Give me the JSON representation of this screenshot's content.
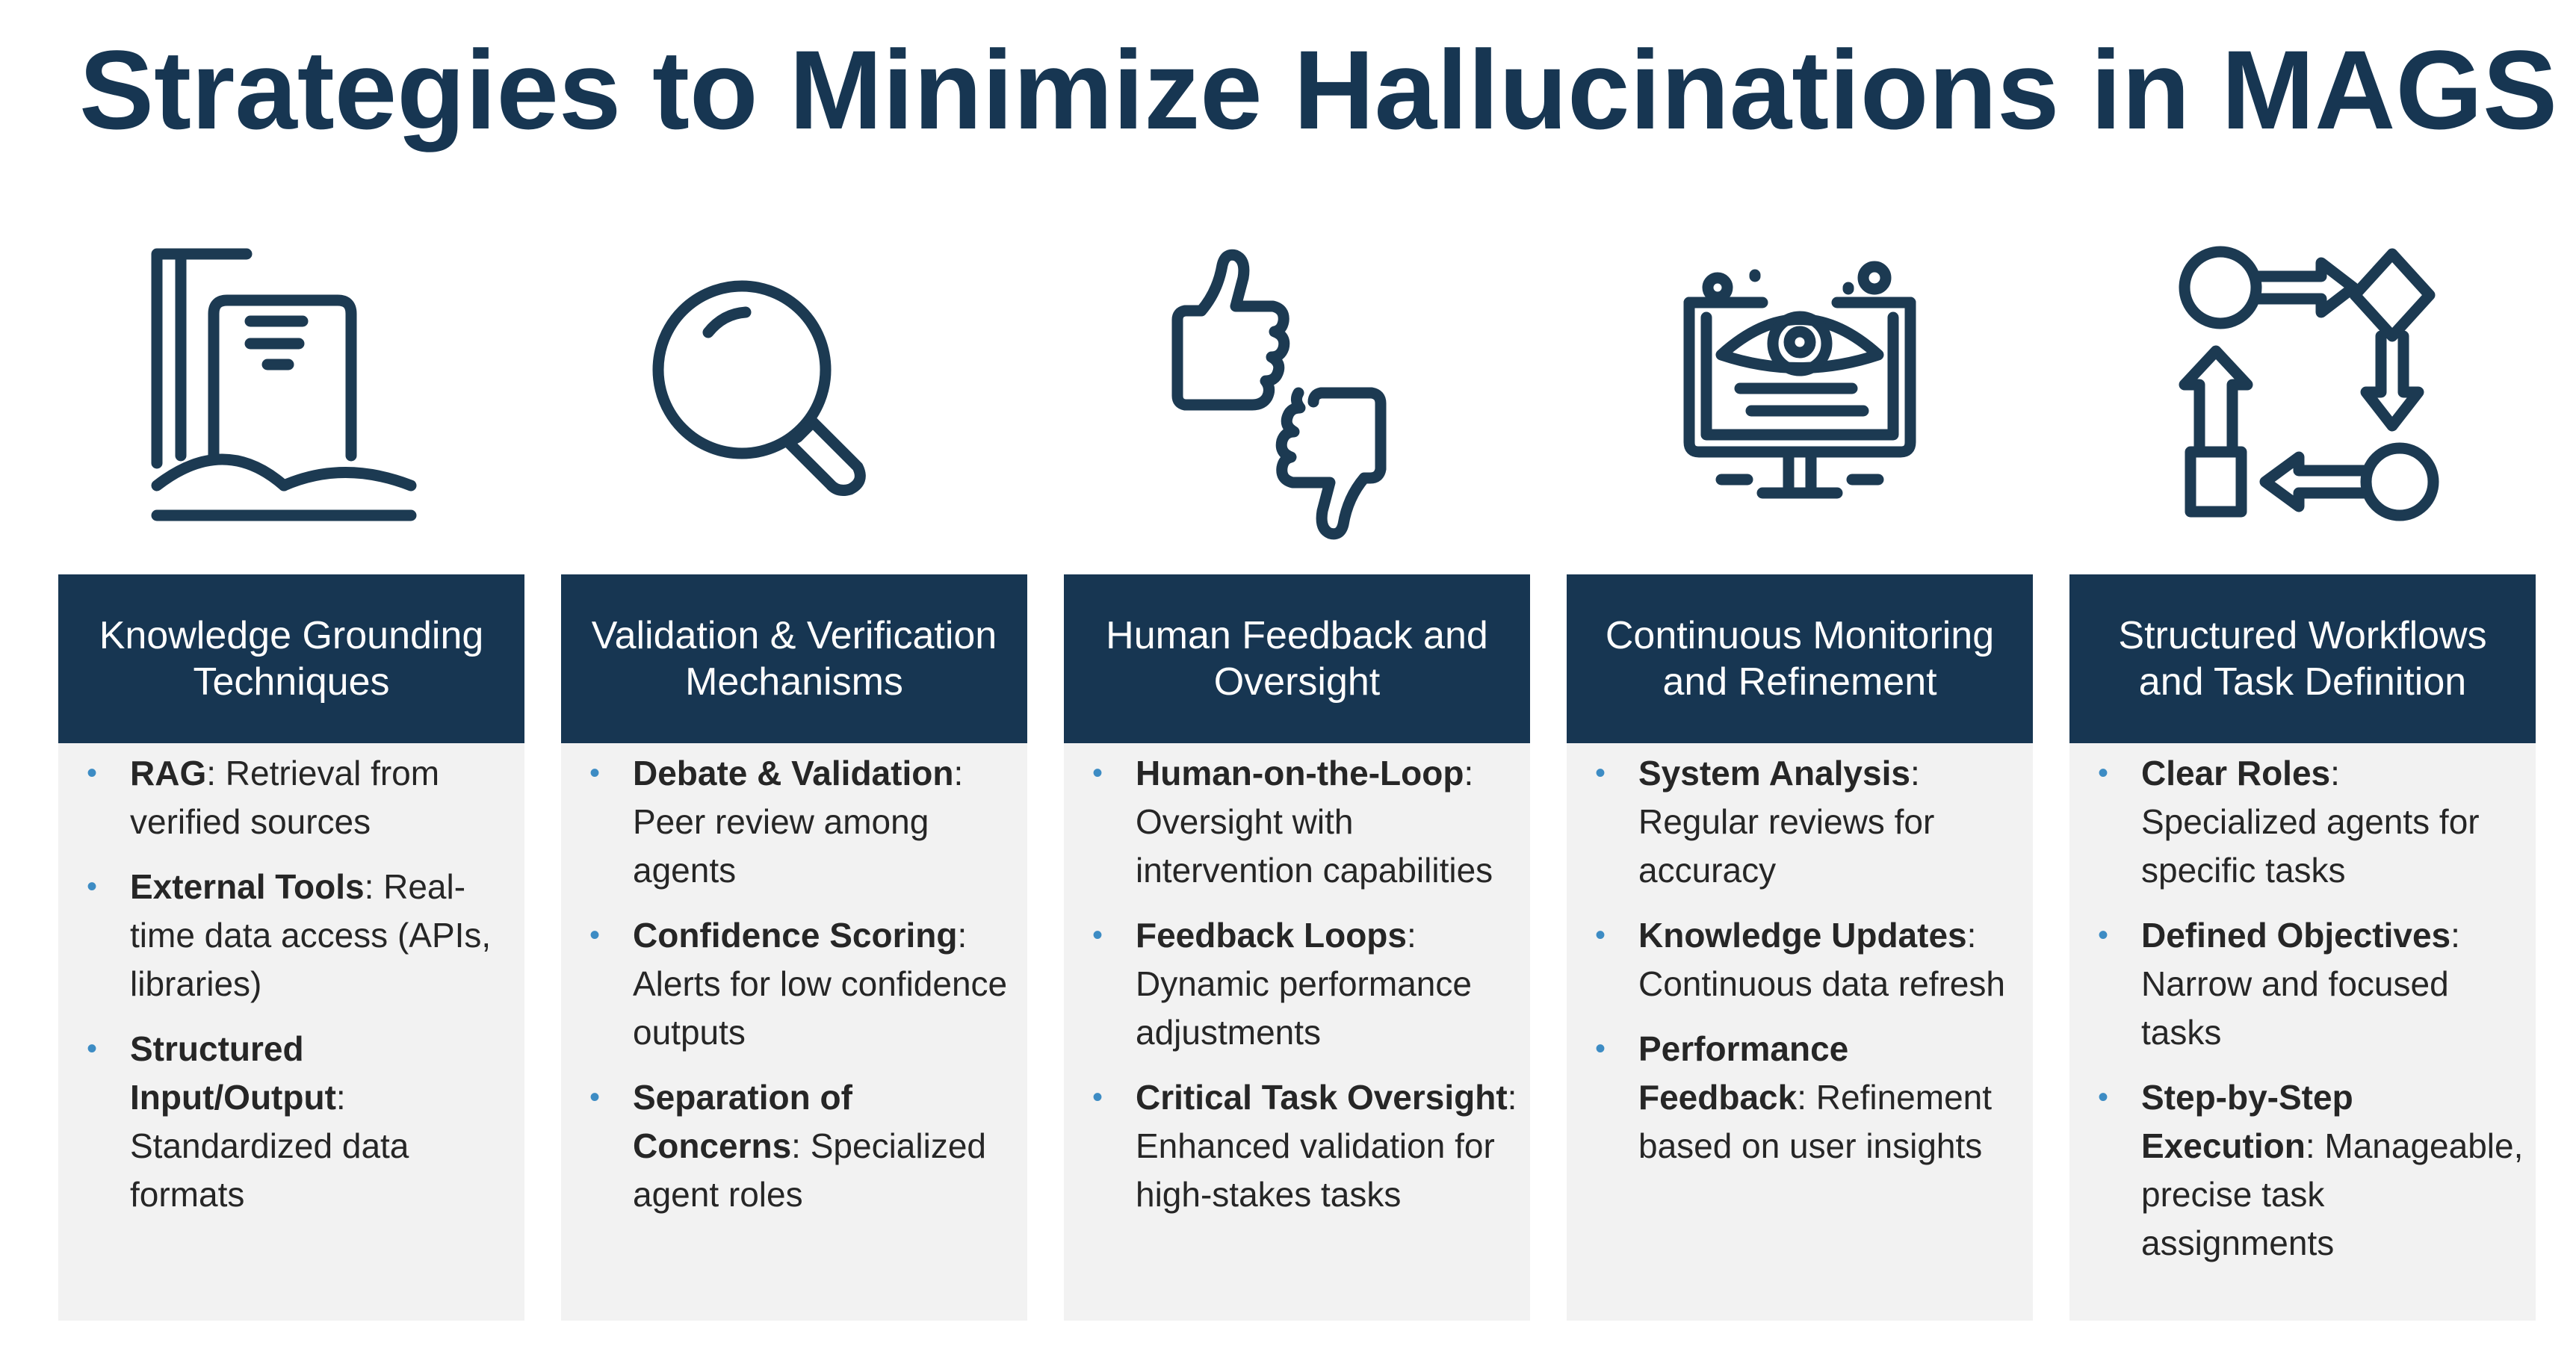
{
  "title": "Strategies to Minimize Hallucinations in MAGS",
  "colors": {
    "header_bg": "#173652",
    "title": "#173652",
    "body_bg": "#f2f2f2",
    "bullet": "#3d8cc4",
    "icon": "#1c3a52"
  },
  "columns": [
    {
      "icon": "book-document-icon",
      "header": "Knowledge Grounding Techniques",
      "items": [
        {
          "term": "RAG",
          "sep": ": ",
          "desc": "Retrieval from verified sources"
        },
        {
          "term": "External Tools",
          "sep": ": ",
          "desc": "Real-time data access (APIs, libraries)"
        },
        {
          "term": "Structured Input/Output",
          "sep": ": ",
          "desc": "Standardized data formats"
        }
      ]
    },
    {
      "icon": "magnifying-glass-icon",
      "header": "Validation & Verification Mechanisms",
      "items": [
        {
          "term": "Debate & Validation",
          "sep": ": ",
          "desc": "Peer review among agents"
        },
        {
          "term": "Confidence Scoring",
          "sep": ": ",
          "desc": "Alerts for low confidence outputs"
        },
        {
          "term": "Separation of Concerns",
          "sep": ": ",
          "desc": "Specialized agent roles"
        }
      ]
    },
    {
      "icon": "thumbs-up-down-icon",
      "header": "Human Feedback and Oversight",
      "items": [
        {
          "term": "Human-on-the-Loop",
          "sep": ": ",
          "desc": "Oversight with intervention capabilities"
        },
        {
          "term": "Feedback Loops",
          "sep": ": ",
          "desc": "Dynamic performance adjustments"
        },
        {
          "term": "Critical Task Oversight",
          "sep": ": ",
          "desc": "Enhanced validation for high-stakes tasks"
        }
      ]
    },
    {
      "icon": "monitor-eye-icon",
      "header": "Continuous Monitoring and Refinement",
      "items": [
        {
          "term": "System Analysis",
          "sep": ": ",
          "desc": "Regular reviews for accuracy"
        },
        {
          "term": "Knowledge Updates",
          "sep": ": ",
          "desc": "Continuous data refresh"
        },
        {
          "term": "Performance Feedback",
          "sep": ": ",
          "desc": "Refinement based on user insights"
        }
      ]
    },
    {
      "icon": "workflow-arrows-icon",
      "header": "Structured Workflows and Task Definition",
      "items": [
        {
          "term": "Clear Roles",
          "sep": ": ",
          "desc": "Specialized agents for specific tasks"
        },
        {
          "term": "Defined Objectives",
          "sep": ": ",
          "desc": "Narrow and focused tasks"
        },
        {
          "term": "Step-by-Step Execution",
          "sep": ": ",
          "desc": "Manageable, precise task assignments"
        }
      ]
    }
  ]
}
